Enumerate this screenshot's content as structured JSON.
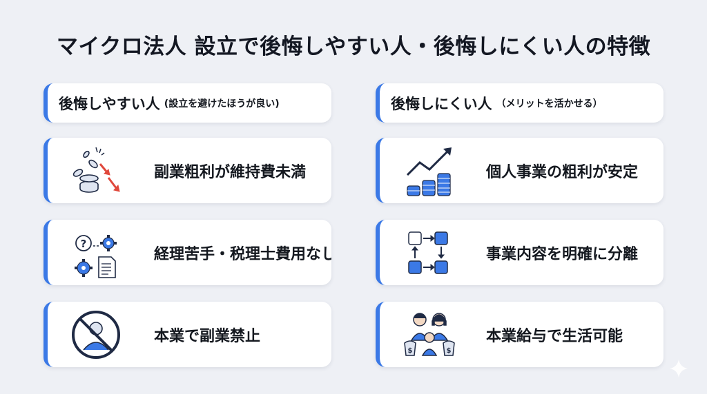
{
  "title": "マイクロ法人 設立で後悔しやすい人・後悔しにくい人の特徴",
  "left": {
    "header_main": "後悔しやすい人",
    "header_sub": "(設立を避けたほうが良い)",
    "items": [
      {
        "label": "副業粗利が維持費未満",
        "icon": "falling-coins-icon"
      },
      {
        "label": "経理苦手・税理士費用なし",
        "icon": "question-gears-document-icon"
      },
      {
        "label": "本業で副業禁止",
        "icon": "prohibited-person-icon"
      }
    ]
  },
  "right": {
    "header_main": "後悔しにくい人",
    "header_sub": "（メリットを活かせる）",
    "items": [
      {
        "label": "個人事業の粗利が安定",
        "icon": "rising-coins-chart-icon"
      },
      {
        "label": "事業内容を明確に分離",
        "icon": "flow-blocks-icon"
      },
      {
        "label": "本業給与で生活可能",
        "icon": "family-money-icon"
      }
    ]
  },
  "colors": {
    "accent": "#3b79e6",
    "background": "#eef0f5",
    "card": "#ffffff",
    "down_arrow": "#e0483c"
  }
}
